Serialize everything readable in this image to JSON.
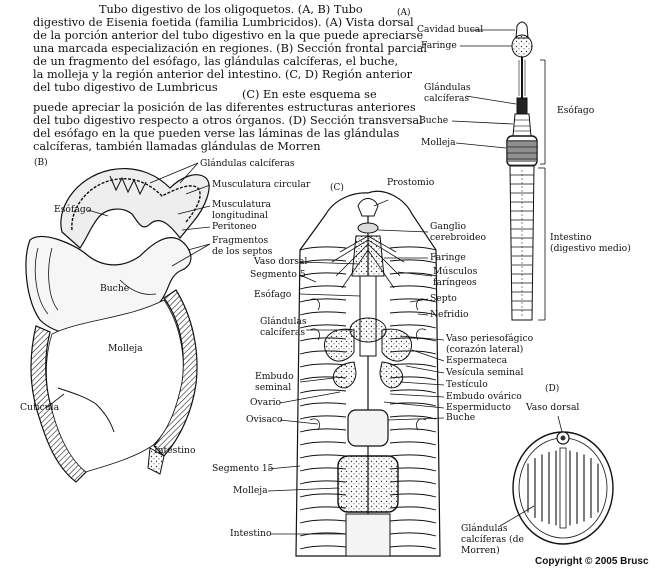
{
  "caption": {
    "l1": "Tubo digestivo de los oligoquetos. (A, B) Tubo",
    "l2": "digestivo de Eisenia foetida (familia Lumbricidos). (A) Vista dorsal",
    "l3": "de la porción anterior del tubo digestivo en la que puede apreciarse",
    "l4": "una marcada especialización en regiones. (B) Sección frontal parcial",
    "l5": "de un fragmento del esófago, las glándulas calcíferas, el buche,",
    "l6": "la molleja y la región anterior del intestino. (C, D) Región anterior",
    "l7": "del tubo digestivo de Lumbricus",
    "l8": "(C) En este esquema se",
    "l9": "puede apreciar la posición de las diferentes estructuras anteriores",
    "l10": "del tubo digestivo respecto a otros órganos. (D) Sección transversal",
    "l11": "del esófago en la que pueden verse las láminas de las glándulas",
    "l12": "calcíferas, también llamadas glándulas de Morren"
  },
  "panels": {
    "a": "(A)",
    "b": "(B)",
    "c": "(C)",
    "d": "(D)"
  },
  "labels_a": {
    "cavidad": "Cavidad bucal",
    "faringe": "Faringe",
    "glandulas1": "Glándulas",
    "glandulas2": "calcíferas",
    "buche": "Buche",
    "molleja": "Molleja",
    "esofago": "Esófago",
    "intestino1": "Intestino",
    "intestino2": "(digestivo medio)"
  },
  "labels_b": {
    "glandulas": "Glándulas calcíferas",
    "esofago": "Esófago",
    "circular": "Musculatura circular",
    "longitudinal1": "Musculatura",
    "longitudinal2": "longitudinal",
    "peritoneo": "Peritoneo",
    "fragmentos1": "Fragmentos",
    "fragmentos2": "de los septos",
    "buche": "Buche",
    "molleja": "Molleja",
    "cuticula": "Cutícula",
    "intestino": "Intestino"
  },
  "labels_c": {
    "prostomio": "Prostomio",
    "ganglio1": "Ganglio",
    "ganglio2": "cerebroideo",
    "faringe": "Faringe",
    "vaso_dorsal": "Vaso dorsal",
    "segmento5": "Segmento 5",
    "musculos1": "Músculos",
    "musculos2": "faríngeos",
    "esofago": "Esófago",
    "septo": "Septo",
    "nefridio": "Nefridio",
    "glandulas1": "Glándulas",
    "glandulas2": "calcíferas",
    "vaso_peri1": "Vaso periesofágico",
    "vaso_peri2": "(corazón lateral)",
    "espermateca": "Espermateca",
    "embudo_sem1": "Embudo",
    "embudo_sem2": "seminal",
    "vesicula": "Vesícula seminal",
    "testiculo": "Testículo",
    "ovario": "Ovario",
    "embudo_ov": "Embudo ovárico",
    "espermiducto": "Espermiducto",
    "ovisaco": "Ovisaco",
    "buche": "Buche",
    "segmento15": "Segmento 15",
    "molleja": "Molleja",
    "intestino": "Intestino"
  },
  "labels_d": {
    "vaso_dorsal": "Vaso dorsal",
    "glandulas1": "Glándulas",
    "glandulas2": "calcíferas (de",
    "glandulas3": "Morren)"
  },
  "copyright": "Copyright © 2005 Brusc"
}
